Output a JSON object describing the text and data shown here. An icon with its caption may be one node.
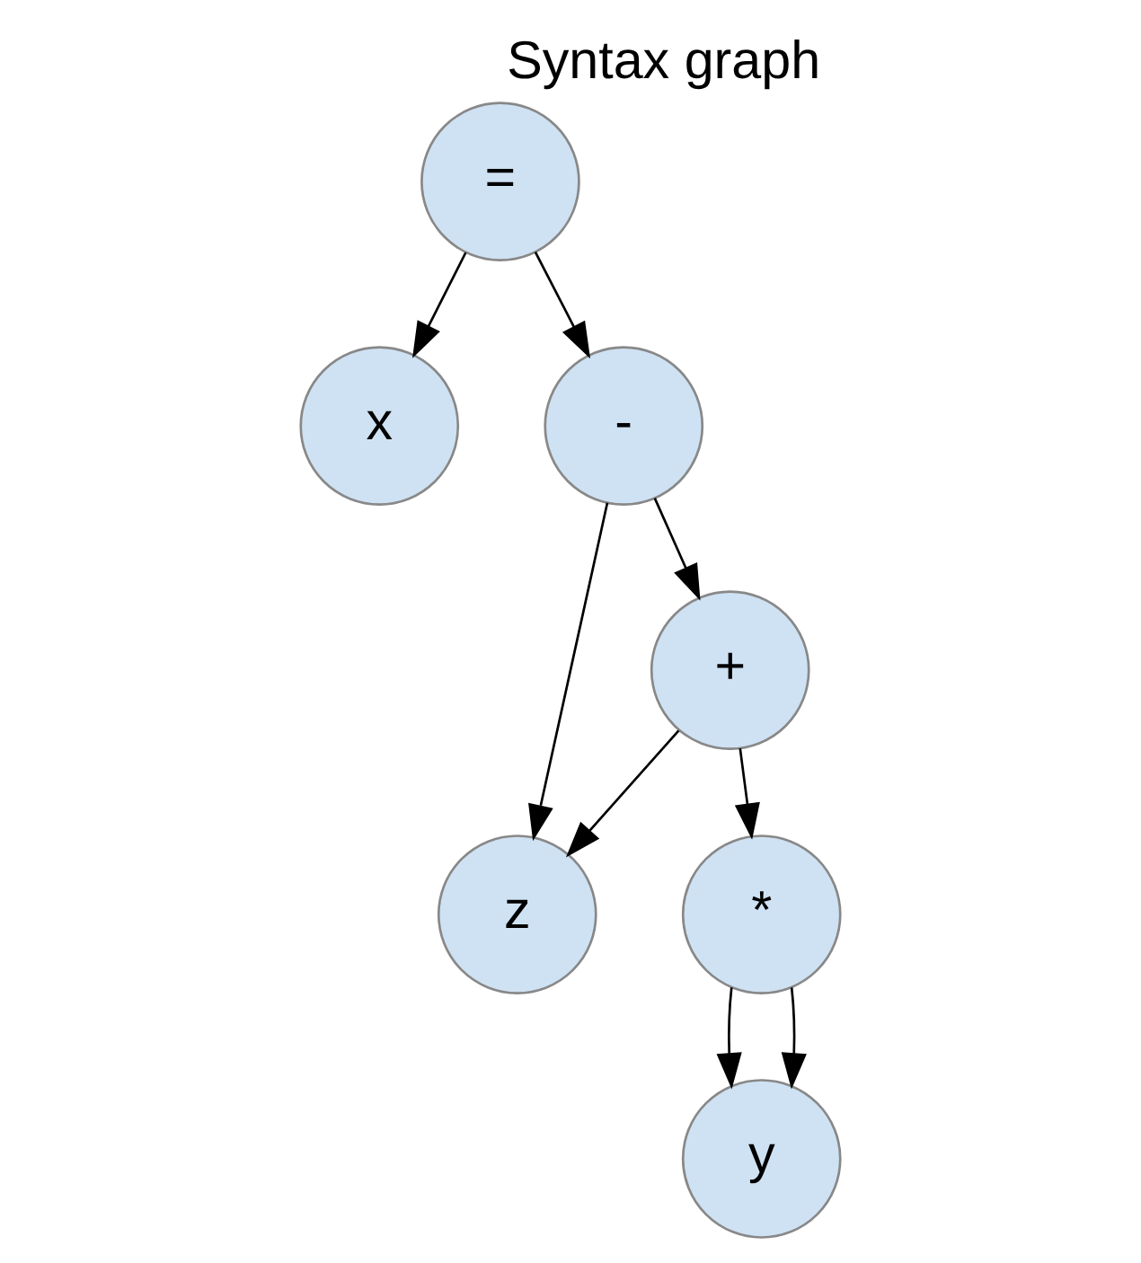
{
  "diagram": {
    "title": "Syntax graph",
    "nodes": [
      {
        "text": [
          "="
        ]
      },
      {
        "text": [
          "x"
        ]
      },
      {
        "text": [
          "-"
        ]
      },
      {
        "text": [
          "+"
        ]
      },
      {
        "text": [
          "z"
        ]
      },
      {
        "text": [
          "*"
        ]
      },
      {
        "text": [
          "y"
        ]
      }
    ],
    "edges": [
      {
        "from": 0,
        "to": 1,
        "arrow": "to"
      },
      {
        "from": 0,
        "to": 2,
        "arrow": "to"
      },
      {
        "from": 2,
        "to": 3,
        "arrow": "to"
      },
      {
        "from": 2,
        "to": 4,
        "arrow": "to"
      },
      {
        "from": 3,
        "to": 4,
        "arrow": "to"
      },
      {
        "from": 3,
        "to": 5,
        "arrow": "to"
      },
      {
        "from": 5,
        "to": 6,
        "arrow": "to"
      },
      {
        "from": 5,
        "to": 6,
        "arrow": "to"
      }
    ]
  }
}
